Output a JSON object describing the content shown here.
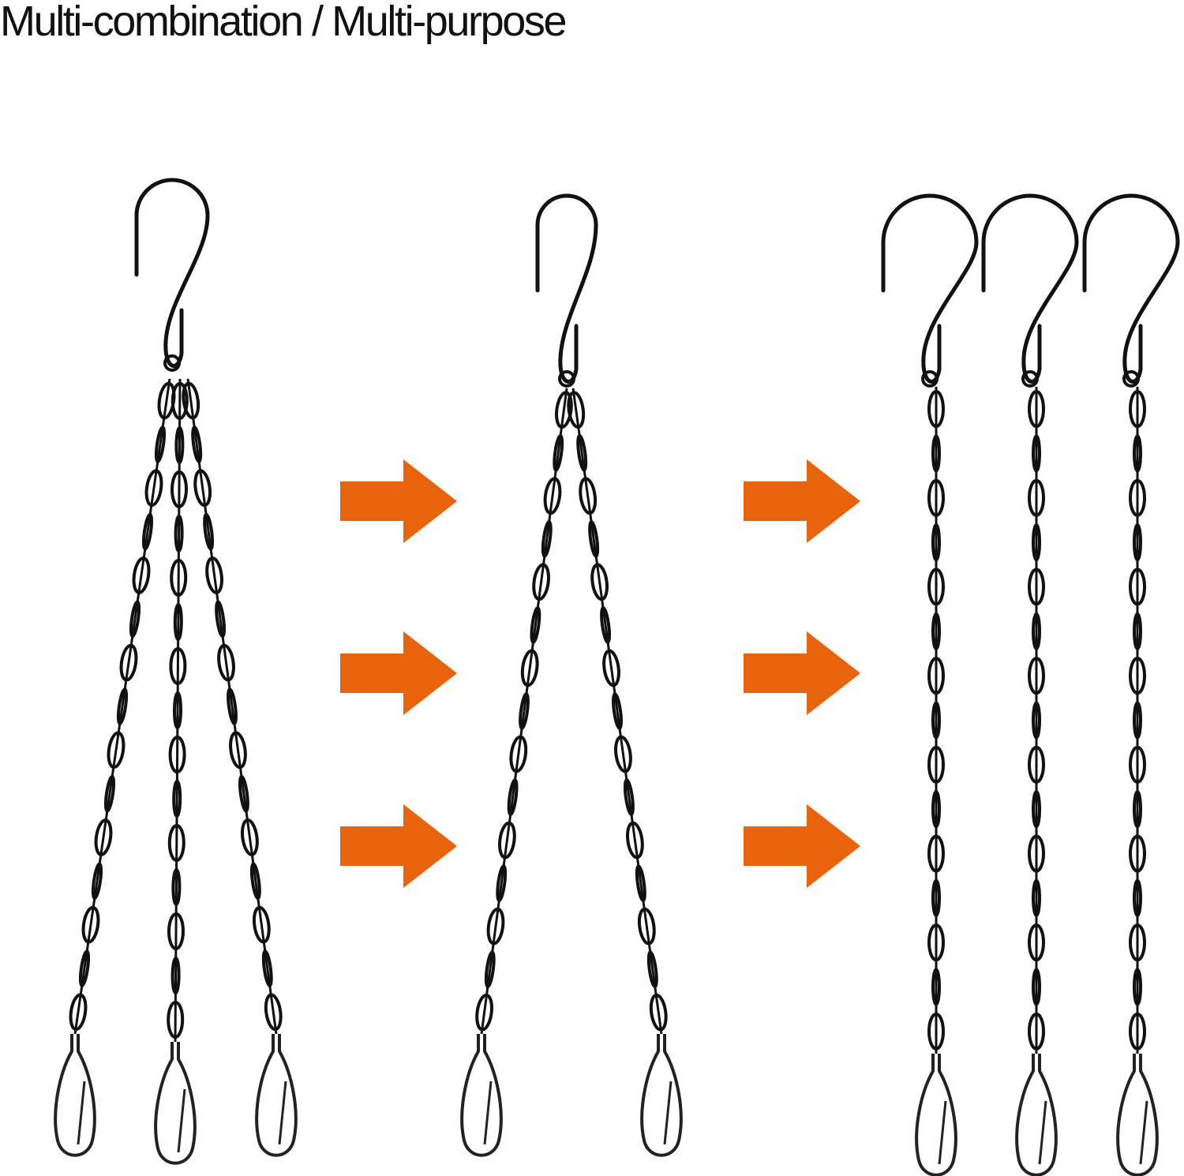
{
  "title": "Multi-combination / Multi-purpose",
  "colors": {
    "background": "#ffffff",
    "arrow": "#e8630a",
    "chain": "#111111",
    "clip": "#222222"
  },
  "groups": [
    {
      "name": "three-chain-hanger",
      "chains": 3
    },
    {
      "name": "two-chain-hanger",
      "chains": 2
    },
    {
      "name": "single-chain-hangers",
      "chains": 3
    }
  ],
  "arrow_columns": [
    {
      "name": "arrows-first",
      "count": 3
    },
    {
      "name": "arrows-second",
      "count": 3
    }
  ]
}
